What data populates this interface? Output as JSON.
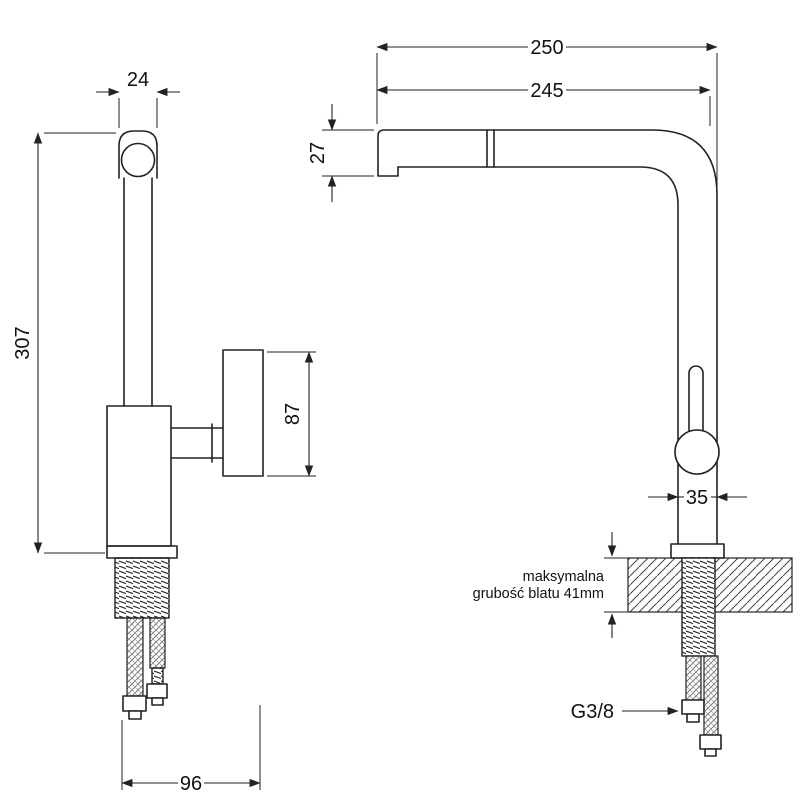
{
  "page": {
    "background": "#ffffff",
    "line_color": "#222222"
  },
  "left_view": {
    "name": "faucet-side-view",
    "dims": {
      "spout_head_width": "24",
      "total_height": "307",
      "handle_height": "87",
      "hose_spread": "96"
    }
  },
  "right_view": {
    "name": "faucet-front-view",
    "dims": {
      "total_depth": "250",
      "spout_reach": "245",
      "spout_tip_height": "27",
      "body_diameter": "35"
    },
    "counter_note": {
      "line1": "maksymalna",
      "line2": "grubość blatu 41mm"
    },
    "thread_size": "G3/8"
  }
}
